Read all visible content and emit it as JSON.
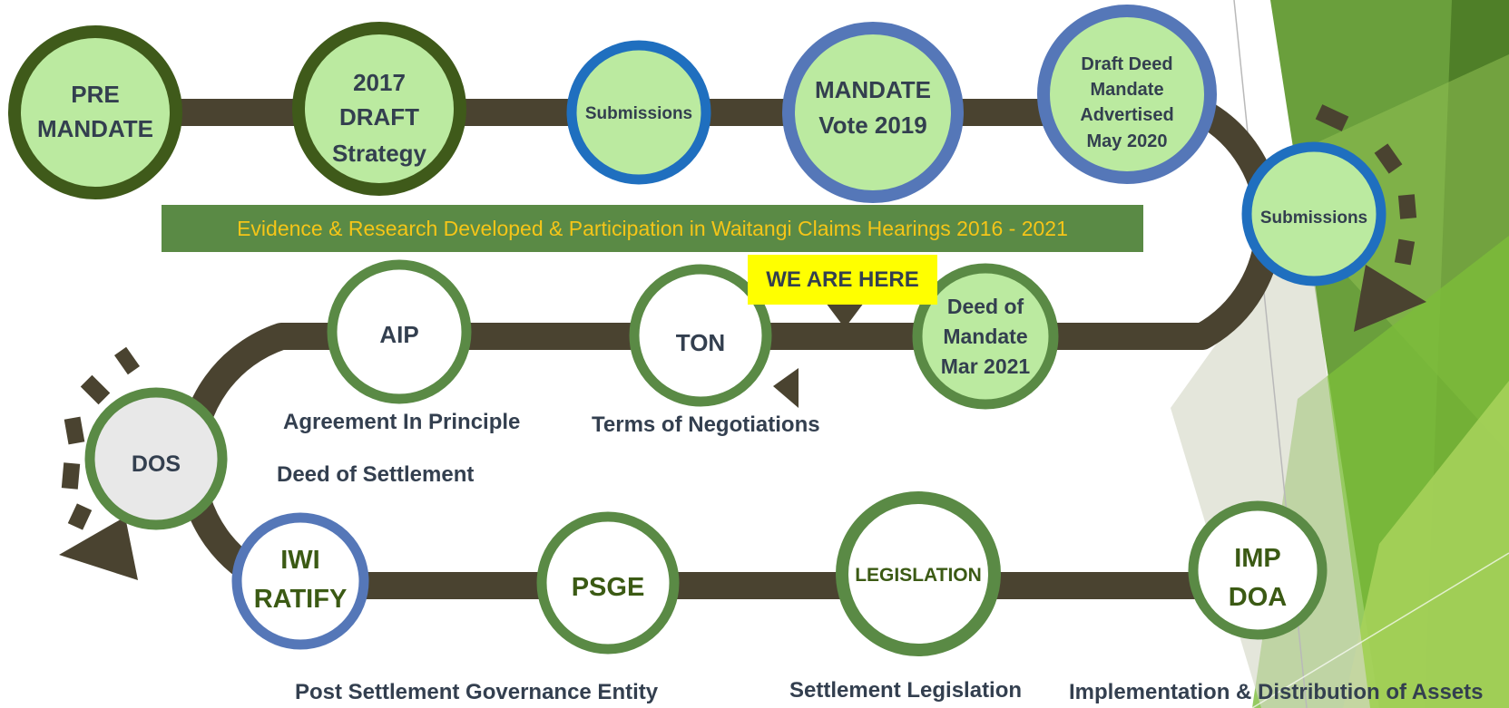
{
  "colors": {
    "road": "#4a4330",
    "fill_light": "#bbeaa0",
    "fill_white": "#ffffff",
    "fill_grey": "#e8e8e8",
    "ring_dark": "#3f5a1a",
    "ring_blue": "#1f6fbf",
    "ring_slate": "#5577b8",
    "ring_green": "#5a8a45",
    "banner_bg": "#5a8a45",
    "banner_text": "#f5c518",
    "here_bg": "#ffff00",
    "text_dark": "#333f4f",
    "text_olive": "#3b5a14"
  },
  "nodes": [
    {
      "id": "pre-mandate",
      "lines": [
        "PRE",
        "MANDATE"
      ]
    },
    {
      "id": "draft-strategy",
      "lines": [
        "2017",
        "DRAFT",
        "Strategy"
      ]
    },
    {
      "id": "submissions-1",
      "lines": [
        "Submissions"
      ]
    },
    {
      "id": "mandate-vote",
      "lines": [
        "MANDATE",
        "Vote 2019"
      ]
    },
    {
      "id": "draft-deed",
      "lines": [
        "Draft Deed",
        "Mandate",
        "Advertised",
        "May 2020"
      ]
    },
    {
      "id": "submissions-2",
      "lines": [
        "Submissions"
      ]
    },
    {
      "id": "deed-of-mandate",
      "lines": [
        "Deed of",
        "Mandate",
        "Mar 2021"
      ]
    },
    {
      "id": "ton",
      "lines": [
        "TON"
      ]
    },
    {
      "id": "aip",
      "lines": [
        "AIP"
      ]
    },
    {
      "id": "dos",
      "lines": [
        "DOS"
      ]
    },
    {
      "id": "iwi-ratify",
      "lines": [
        "IWI",
        "RATIFY"
      ]
    },
    {
      "id": "psge",
      "lines": [
        "PSGE"
      ]
    },
    {
      "id": "legislation",
      "lines": [
        "LEGISLATION"
      ]
    },
    {
      "id": "imp-doa",
      "lines": [
        "IMP",
        "DOA"
      ]
    }
  ],
  "banner": {
    "text": "Evidence & Research Developed  & Participation in Waitangi Claims Hearings 2016 - 2021"
  },
  "marker": {
    "text": "WE ARE HERE"
  },
  "captions": {
    "aip": "Agreement In Principle",
    "ton": "Terms of Negotiations",
    "dos": "Deed of Settlement",
    "psge": "Post Settlement Governance Entity",
    "legislation": "Settlement Legislation",
    "imp": "Implementation & Distribution of Assets"
  }
}
